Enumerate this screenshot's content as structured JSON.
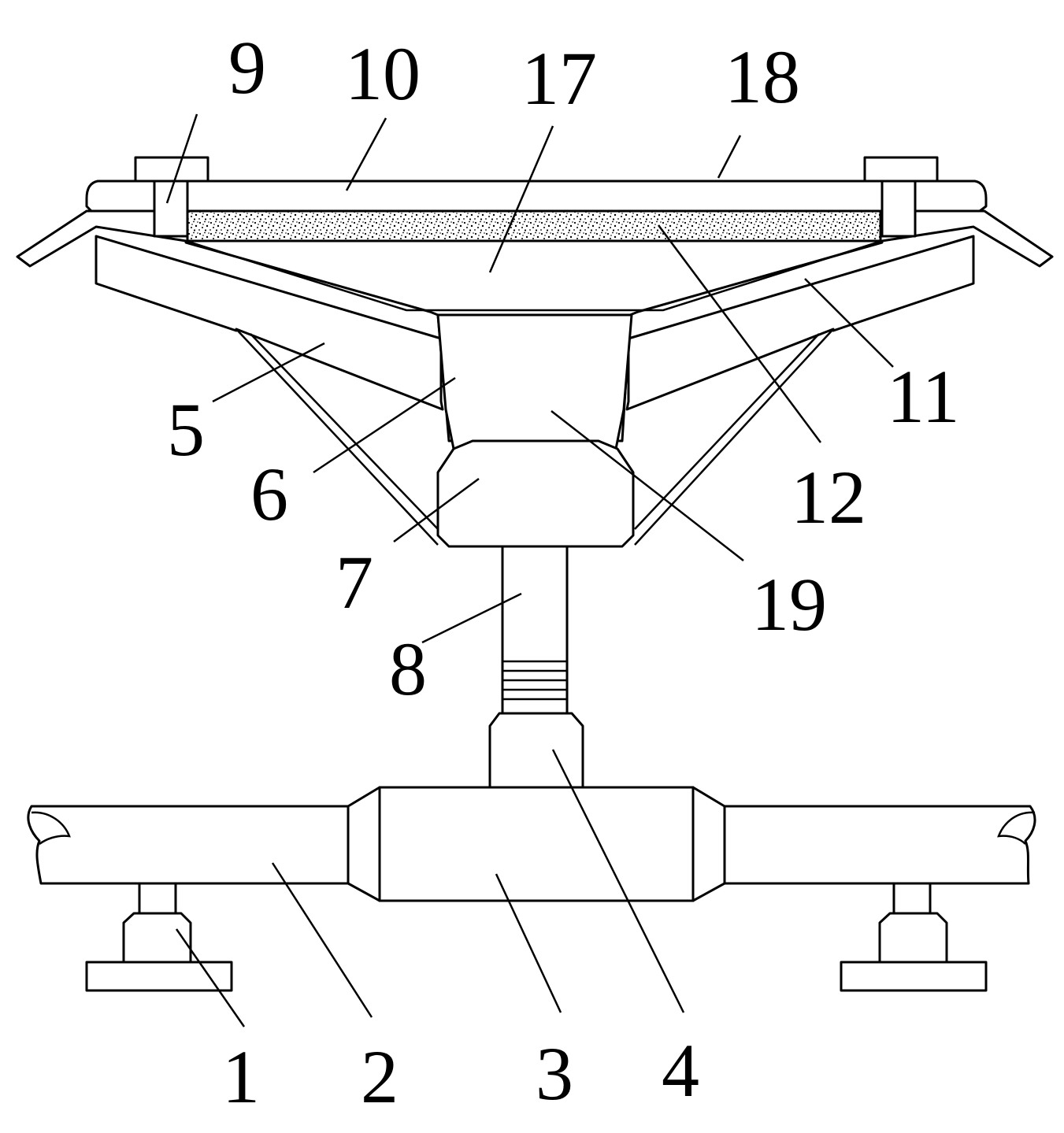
{
  "labels": {
    "l1": "1",
    "l2": "2",
    "l3": "3",
    "l4": "4",
    "l5": "5",
    "l6": "6",
    "l7": "7",
    "l8": "8",
    "l9": "9",
    "l10": "10",
    "l11": "11",
    "l12": "12",
    "l17": "17",
    "l18": "18",
    "l19": "19"
  },
  "colors": {
    "line": "#000000",
    "background": "#ffffff"
  }
}
